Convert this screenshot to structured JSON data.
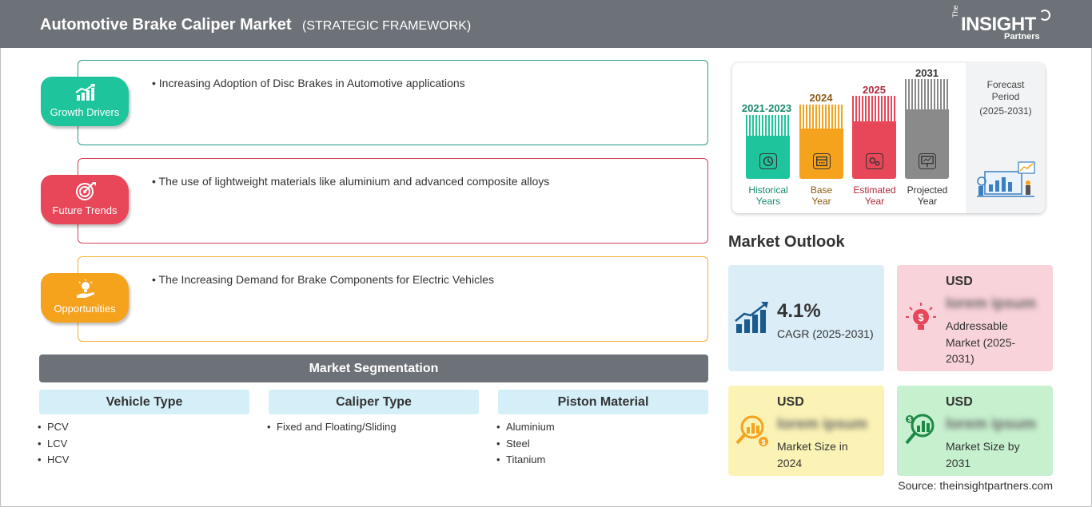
{
  "header": {
    "title": "Automotive Brake Caliper Market",
    "subtitle": "(STRATEGIC FRAMEWORK)",
    "logo": {
      "the": "The",
      "insight": "INSIGHT",
      "partners": "Partners"
    }
  },
  "framework": [
    {
      "label": "Growth Drivers",
      "bullet": "Increasing Adoption of Disc Brakes in Automotive applications",
      "color": "#1ec49c",
      "icon": "growth-chart-icon"
    },
    {
      "label": "Future Trends",
      "bullet": "The use of lightweight materials like aluminium and advanced composite alloys",
      "color": "#e84659",
      "icon": "target-icon"
    },
    {
      "label": "Opportunities",
      "bullet": "The Increasing Demand for Brake Components for Electric Vehicles",
      "color": "#f5a21d",
      "icon": "lightbulb-hand-icon"
    }
  ],
  "segmentation": {
    "title": "Market Segmentation",
    "columns": [
      {
        "head": "Vehicle Type",
        "items": [
          "PCV",
          "LCV",
          "HCV"
        ]
      },
      {
        "head": "Caliper Type",
        "items": [
          "Fixed and Floating/Sliding"
        ]
      },
      {
        "head": "Piston Material",
        "items": [
          "Aluminium",
          "Steel",
          "Titanium"
        ]
      }
    ]
  },
  "timeline": {
    "periods": [
      {
        "year": "2021-2023",
        "line1": "Historical",
        "line2": "Years",
        "color": "#1ec49c",
        "text_color": "#16876d",
        "icon": "history-clock-icon"
      },
      {
        "year": "2024",
        "line1": "Base",
        "line2": "Year",
        "color": "#f5a21d",
        "text_color": "#8c5a10",
        "icon": "calendar-icon"
      },
      {
        "year": "2025",
        "line1": "Estimated",
        "line2": "Year",
        "color": "#e84659",
        "text_color": "#b0283c",
        "icon": "gears-icon"
      },
      {
        "year": "2031",
        "line1": "Projected",
        "line2": "Year",
        "color": "#8a8a8a",
        "text_color": "#333333",
        "icon": "presentation-board-icon"
      }
    ],
    "forecast": {
      "line1": "Forecast",
      "line2": "Period",
      "line3": "(2025-2031)"
    }
  },
  "outlook": {
    "title": "Market Outlook",
    "cagr": {
      "value": "4.1%",
      "label": "CAGR (2025-2031)",
      "bg": "#dbeef8"
    },
    "addressable": {
      "currency": "USD",
      "value": "lorem ipsum",
      "line1": "Addressable",
      "line2": "Market (2025-",
      "line3": "2031)",
      "bg": "#f9d3da"
    },
    "size2024": {
      "currency": "USD",
      "value": "lorem ipsum",
      "line1": "Market Size in",
      "line2": "2024",
      "bg": "#fbf3b5"
    },
    "size2031": {
      "currency": "USD",
      "value": "lorem ipsum",
      "line1": "Market Size by",
      "line2": "2031",
      "bg": "#c7f0cf"
    }
  },
  "source": "Source: theinsightpartners.com"
}
